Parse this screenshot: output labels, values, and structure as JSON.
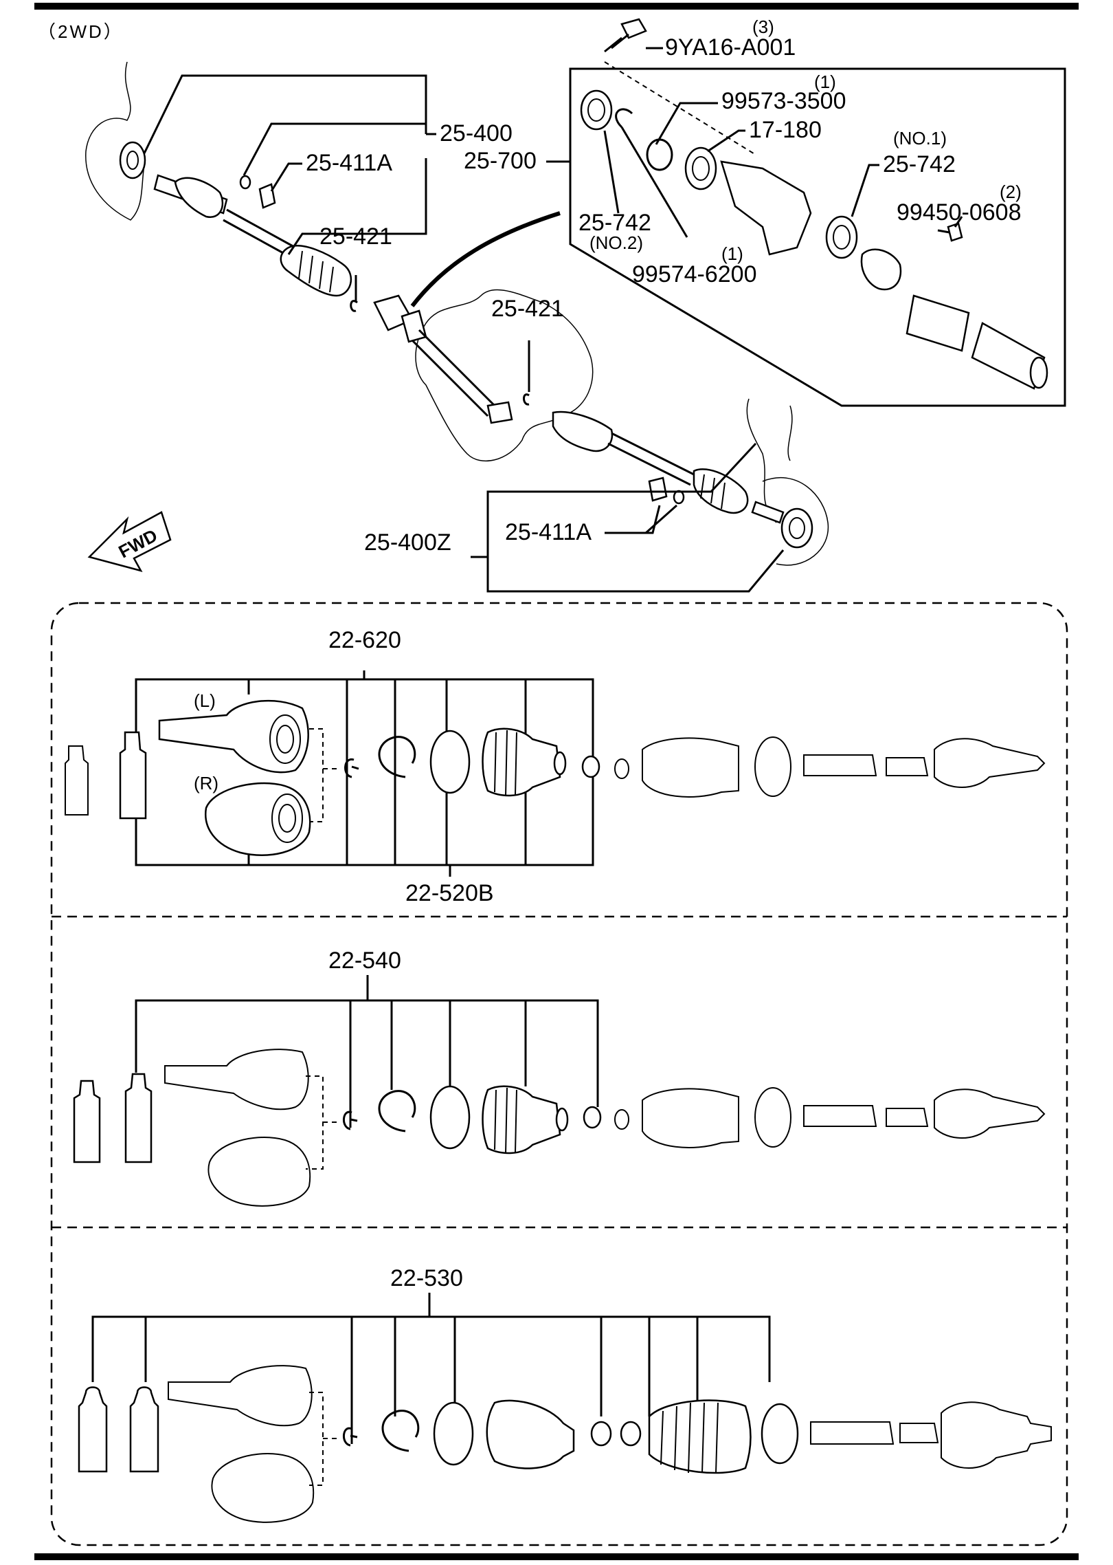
{
  "header": {
    "variant": "（2WD）"
  },
  "top_labels": {
    "bolt": "9YA16-A001",
    "bolt_qty": "(3)",
    "shaft_left": "25-400",
    "kit_left": "25-411A",
    "clip_a": "25-421",
    "clip_b": "25-421",
    "joint_assy": "25-700",
    "snap_ring": "99573-3500",
    "snap_ring_qty": "(1)",
    "bearing": "17-180",
    "seal_no1": "25-742",
    "seal_no1_tag": "(NO.1)",
    "seal_no2": "25-742",
    "seal_no2_tag": "(NO.2)",
    "ring_inner": "99574-6200",
    "ring_inner_qty": "(1)",
    "bolt_small": "99450-0608",
    "bolt_small_qty": "(2)",
    "fwd": "FWD",
    "shaft_right": "25-400Z",
    "kit_right": "25-411A"
  },
  "panel1": {
    "kit": "22-620",
    "boot_kit": "22-520B",
    "left_tag": "(L)",
    "right_tag": "(R)"
  },
  "panel2": {
    "kit": "22-540"
  },
  "panel3": {
    "kit": "22-530"
  },
  "colors": {
    "ink": "#000000",
    "paper": "#ffffff"
  }
}
